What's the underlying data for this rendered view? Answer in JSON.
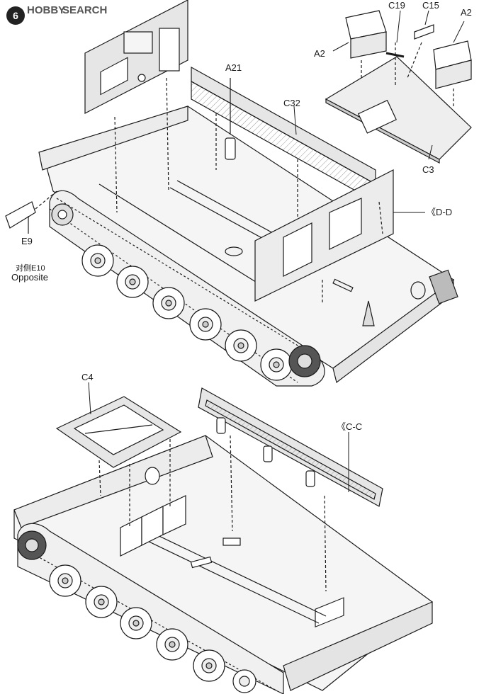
{
  "watermark": {
    "brand": "HOBBY",
    "suffix": "SEARCH"
  },
  "step_number": "6",
  "labels": {
    "a21": "A21",
    "c32": "C32",
    "c19": "C19",
    "c15": "C15",
    "a2_left": "A2",
    "a2_right": "A2",
    "c3": "C3",
    "dd": "《D-D",
    "e9": "E9",
    "e10_cn": "对侧E10",
    "e10_en": "Opposite",
    "c4": "C4",
    "cc": "《C-C"
  },
  "colors": {
    "line": "#1a1a1a",
    "panel": "#e6e6e6",
    "hull": "#f2f2f2",
    "dark": "#3a3a3a"
  }
}
